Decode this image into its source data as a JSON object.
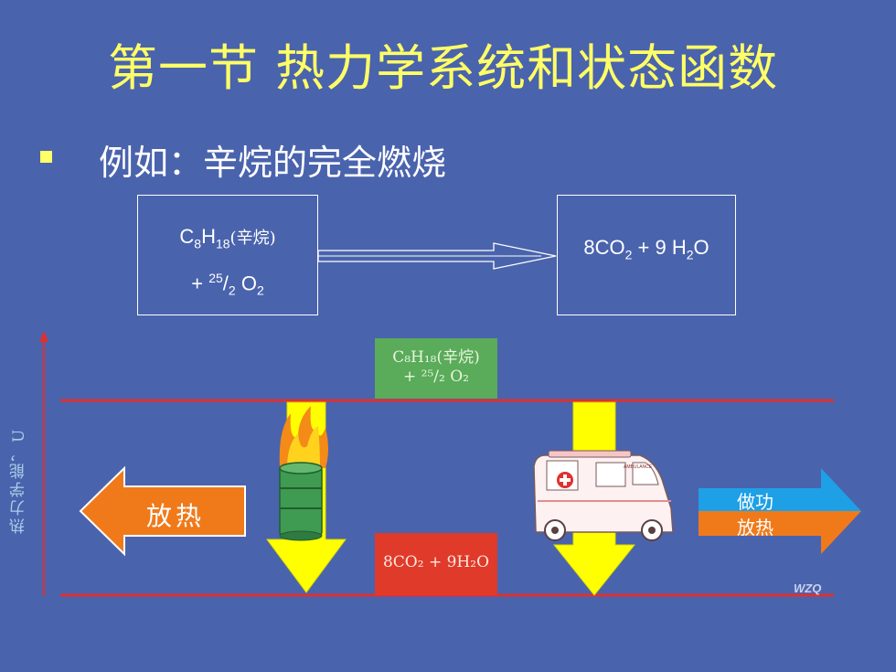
{
  "title": "第一节  热力学系统和状态函数",
  "bullet": "例如：辛烷的完全燃烧",
  "reaction": {
    "reactant_c": "C",
    "reactant_c_sub": "8",
    "reactant_h": "H",
    "reactant_h_sub": "18",
    "reactant_name": "(辛烷)",
    "o2_prefix": "+ ",
    "o2_num": "25",
    "o2_slash": "/",
    "o2_den": "2",
    "o2_o": " O",
    "o2_sub": "2",
    "product_co2": "8CO",
    "product_co2_sub": "2",
    "product_plus": " + 9 H",
    "product_h2_sub": "2",
    "product_o": "O"
  },
  "diagram": {
    "axis_label": "热力学能，U",
    "upper_state_line1": "C₈H₁₈(辛烷)",
    "upper_state_line2": "+ ²⁵/₂ O₂",
    "lower_state": "8CO₂ + 9H₂O",
    "left_arrow_label": "放热",
    "right_arrow_work": "做功",
    "right_arrow_heat": "放热",
    "ambulance_text": "AMBULANCE",
    "watermark": "WZQ"
  },
  "colors": {
    "background": "#4a63ad",
    "title": "#ffff66",
    "red_line": "#e03030",
    "orange_arrow": "#f07a1a",
    "yellow_arrow": "#ffff00",
    "blue_arrow": "#1ea0e6",
    "green_box": "#5aab5a",
    "red_box": "#e03a2a"
  }
}
